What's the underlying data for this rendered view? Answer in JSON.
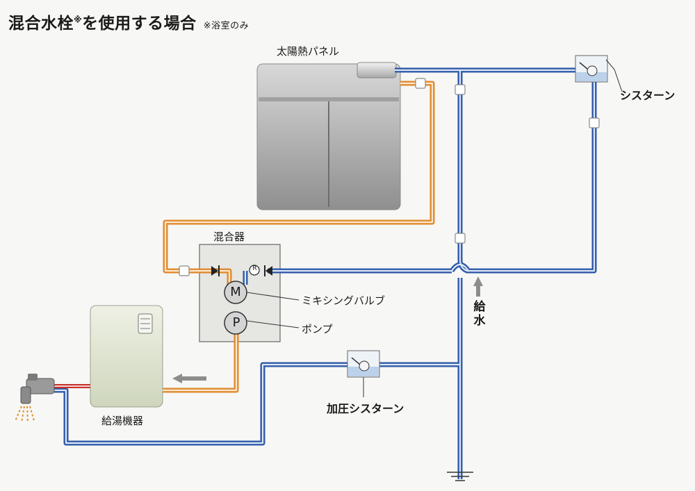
{
  "title": {
    "main": "混合水栓",
    "mark": "※",
    "rest": "を使用する場合",
    "note": "※浴室のみ"
  },
  "labels": {
    "solar_panel": "太陽熱パネル",
    "cistern": "シスターン",
    "mixer": "混合器",
    "mixing_valve": "ミキシングバルブ",
    "pump": "ポンプ",
    "water_supply": "給水",
    "pressure_cistern": "加圧シスターン",
    "water_heater": "給湯機器"
  },
  "symbols": {
    "valve_m": "M",
    "pump_p": "P",
    "relief_r": "R"
  },
  "colors": {
    "cold_pipe": "#2f5aa8",
    "hot_pipe": "#e08a2e",
    "heated_pipe": "#c8302a"
  }
}
